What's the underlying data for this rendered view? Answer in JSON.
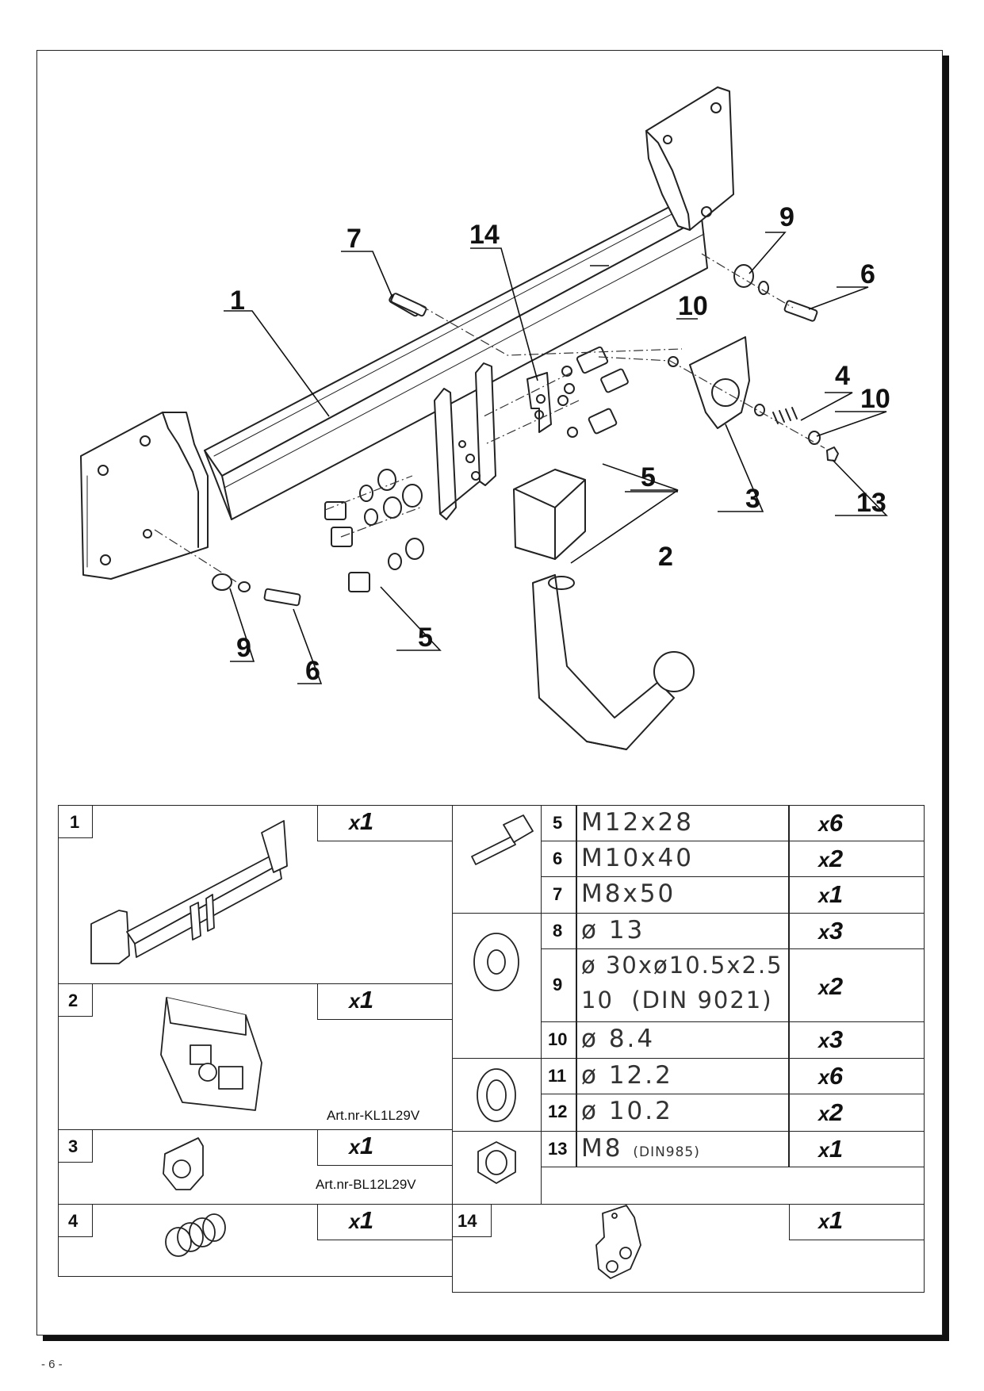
{
  "page_number": "- 6 -",
  "callouts": [
    {
      "id": "callout-1",
      "text": "1"
    },
    {
      "id": "callout-2",
      "text": "2"
    },
    {
      "id": "callout-3",
      "text": "3"
    },
    {
      "id": "callout-4",
      "text": "4"
    },
    {
      "id": "callout-5a",
      "text": "5"
    },
    {
      "id": "callout-5b",
      "text": "5"
    },
    {
      "id": "callout-6a",
      "text": "6"
    },
    {
      "id": "callout-6b",
      "text": "6"
    },
    {
      "id": "callout-7",
      "text": "7"
    },
    {
      "id": "callout-9a",
      "text": "9"
    },
    {
      "id": "callout-9b",
      "text": "9"
    },
    {
      "id": "callout-10a",
      "text": "10"
    },
    {
      "id": "callout-10b",
      "text": "10"
    },
    {
      "id": "callout-13",
      "text": "13"
    },
    {
      "id": "callout-14",
      "text": "14"
    }
  ],
  "parts_left": [
    {
      "num": "1",
      "qty_prefix": "x",
      "qty": "1",
      "art": "",
      "icon": "towbar-frame-icon"
    },
    {
      "num": "2",
      "qty_prefix": "x",
      "qty": "1",
      "art": "Art.nr-KL1L29V",
      "icon": "electrical-kit-bag-icon"
    },
    {
      "num": "3",
      "qty_prefix": "x",
      "qty": "1",
      "art": "Art.nr-BL12L29V",
      "icon": "socket-plate-icon"
    },
    {
      "num": "4",
      "qty_prefix": "x",
      "qty": "1",
      "art": "",
      "icon": "spring-icon"
    }
  ],
  "parts_right": [
    {
      "num": "5",
      "spec": "M12x28",
      "spec2": "",
      "qty_prefix": "x",
      "qty": "6"
    },
    {
      "num": "6",
      "spec": "M10x40",
      "spec2": "",
      "qty_prefix": "x",
      "qty": "2"
    },
    {
      "num": "7",
      "spec": "M8x50",
      "spec2": "",
      "qty_prefix": "x",
      "qty": "1"
    },
    {
      "num": "8",
      "spec": "ø 13",
      "spec2": "",
      "qty_prefix": "x",
      "qty": "3"
    },
    {
      "num": "9",
      "spec": "ø 30xø10.5x2.5",
      "spec2": "10  (DIN 9021)",
      "qty_prefix": "x",
      "qty": "2"
    },
    {
      "num": "10",
      "spec": "ø 8.4",
      "spec2": "",
      "qty_prefix": "x",
      "qty": "3"
    },
    {
      "num": "11",
      "spec": "ø 12.2",
      "spec2": "",
      "qty_prefix": "x",
      "qty": "6"
    },
    {
      "num": "12",
      "spec": "ø 10.2",
      "spec2": "",
      "qty_prefix": "x",
      "qty": "2"
    },
    {
      "num": "13",
      "spec": "M8",
      "spec_small": "(DIN985)",
      "qty_prefix": "x",
      "qty": "1"
    }
  ],
  "part_14": {
    "num": "14",
    "qty_prefix": "x",
    "qty": "1",
    "icon": "mounting-bracket-icon"
  },
  "group_icons": [
    "bolt-icon",
    "flat-washer-icon",
    "spring-washer-icon",
    "locknut-icon"
  ]
}
